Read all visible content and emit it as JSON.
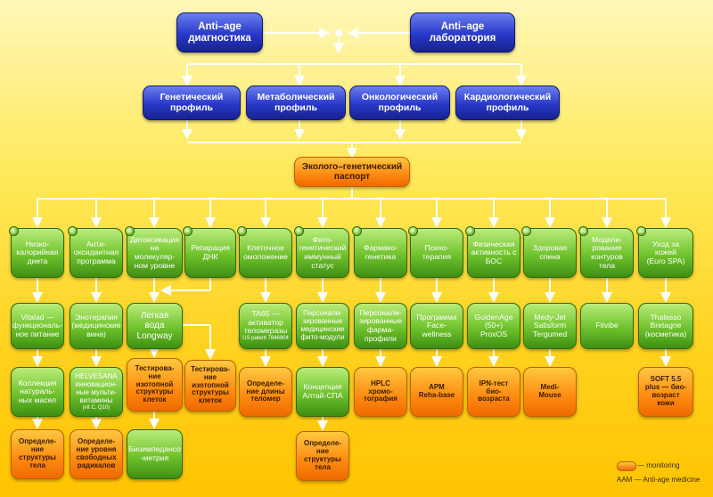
{
  "top": {
    "diagnostics": "Anti–age\nдиагностика",
    "laboratory": "Anti–age\nлаборатория"
  },
  "profiles": [
    "Генетический\nпрофиль",
    "Метаболический\nпрофиль",
    "Онкологический\nпрофиль",
    "Кардиологический\nпрофиль"
  ],
  "passport": "Эколого–генетический\nпаспорт",
  "programs": [
    "Низко-\nкалорийная\nдиета",
    "Анти-\nоксидантная\nпрограмма",
    "Детоксикация\nна\nмолекуляр-\nном уровне",
    "Репарация\nДНК",
    "Клеточное\nомоложение",
    "Фито-\nгенетический\nиммунный\nстатус",
    "Фармако-\nгенетика",
    "Психо-\nтерапия",
    "Физическая\nактивность с\nБОС",
    "Здоровая\nспина",
    "Модели-\nрование\nконтуров\nтела",
    "Уход за\nкожей\n(Euro SPA)"
  ],
  "program_numbers": [
    "1",
    "2",
    "3",
    "4",
    "5",
    "6",
    "7",
    "8",
    "9",
    "10",
    "11",
    "12"
  ],
  "level2": {
    "vitalad": "Vitalad —\nфункциональ-\nное питание",
    "enotherapy": "Энотерапия\n(медицинские\nвина)",
    "water": "Легкая\nвода\nLongway",
    "ta65": "TA65 —\nактиватор\nтеломеразы",
    "ta65_note": "US patent 7846904",
    "personal_med": "Персонали-\nзированные\nмедицинские\nфито-модули",
    "pharma": "Персонали-\nзированные\nфарма-\nпрофили",
    "face": "Программа\nFace-\nwellness",
    "golden": "GoldenAge\n(50+)\nProxOS",
    "medyjet": "Medy-Jet\nSatisform\nTergumed",
    "fitvibe": "Fitvibe",
    "thalasso": "Thalasso\nBretagne\n(косметика)"
  },
  "level3": {
    "oils": "Коллекция\nнатураль-\nных масел",
    "helvesana": "HELVESANA\nинновацион-\nные мульти-\nвитамины",
    "helvesana_note": "(vit C, Q10)",
    "isotope1": "Тестирова-\nние\nизотопной\nструктуры\nклеток",
    "isotope2": "Тестирова-\nние\nизотопной\nструктуры\nклеток",
    "telomere": "Определе-\nние длины\nтеломер",
    "altai": "Концепция\nАлтай-СПА",
    "hplc": "HPLC\nхромо-\nтография",
    "apm": "АРМ\nReha-base",
    "ipn": "IPN-тест\nбио-\nвозраста",
    "medimouse": "Medi-\nMouse",
    "soft": "SOFT 5.5\nplus — био-\nвозраст\nкожи"
  },
  "level4": {
    "body1": "Определе-\nние\nструктуры\nтела",
    "radicals": "Определе-\nние уровня\nсвободных\nрадикалов",
    "bioimpedance": "Биоимпедансо\n-метрия",
    "body2": "Определе-\nние\nструктуры\nтела"
  },
  "legend": {
    "monitoring": "— monitoring",
    "aam": "AAM — Anti-age medicine"
  },
  "colors": {
    "blue": "#2838c8",
    "orange": "#ff8a10",
    "green": "#6fc22c",
    "background": "#ffd21f",
    "line": "#ffffff"
  }
}
